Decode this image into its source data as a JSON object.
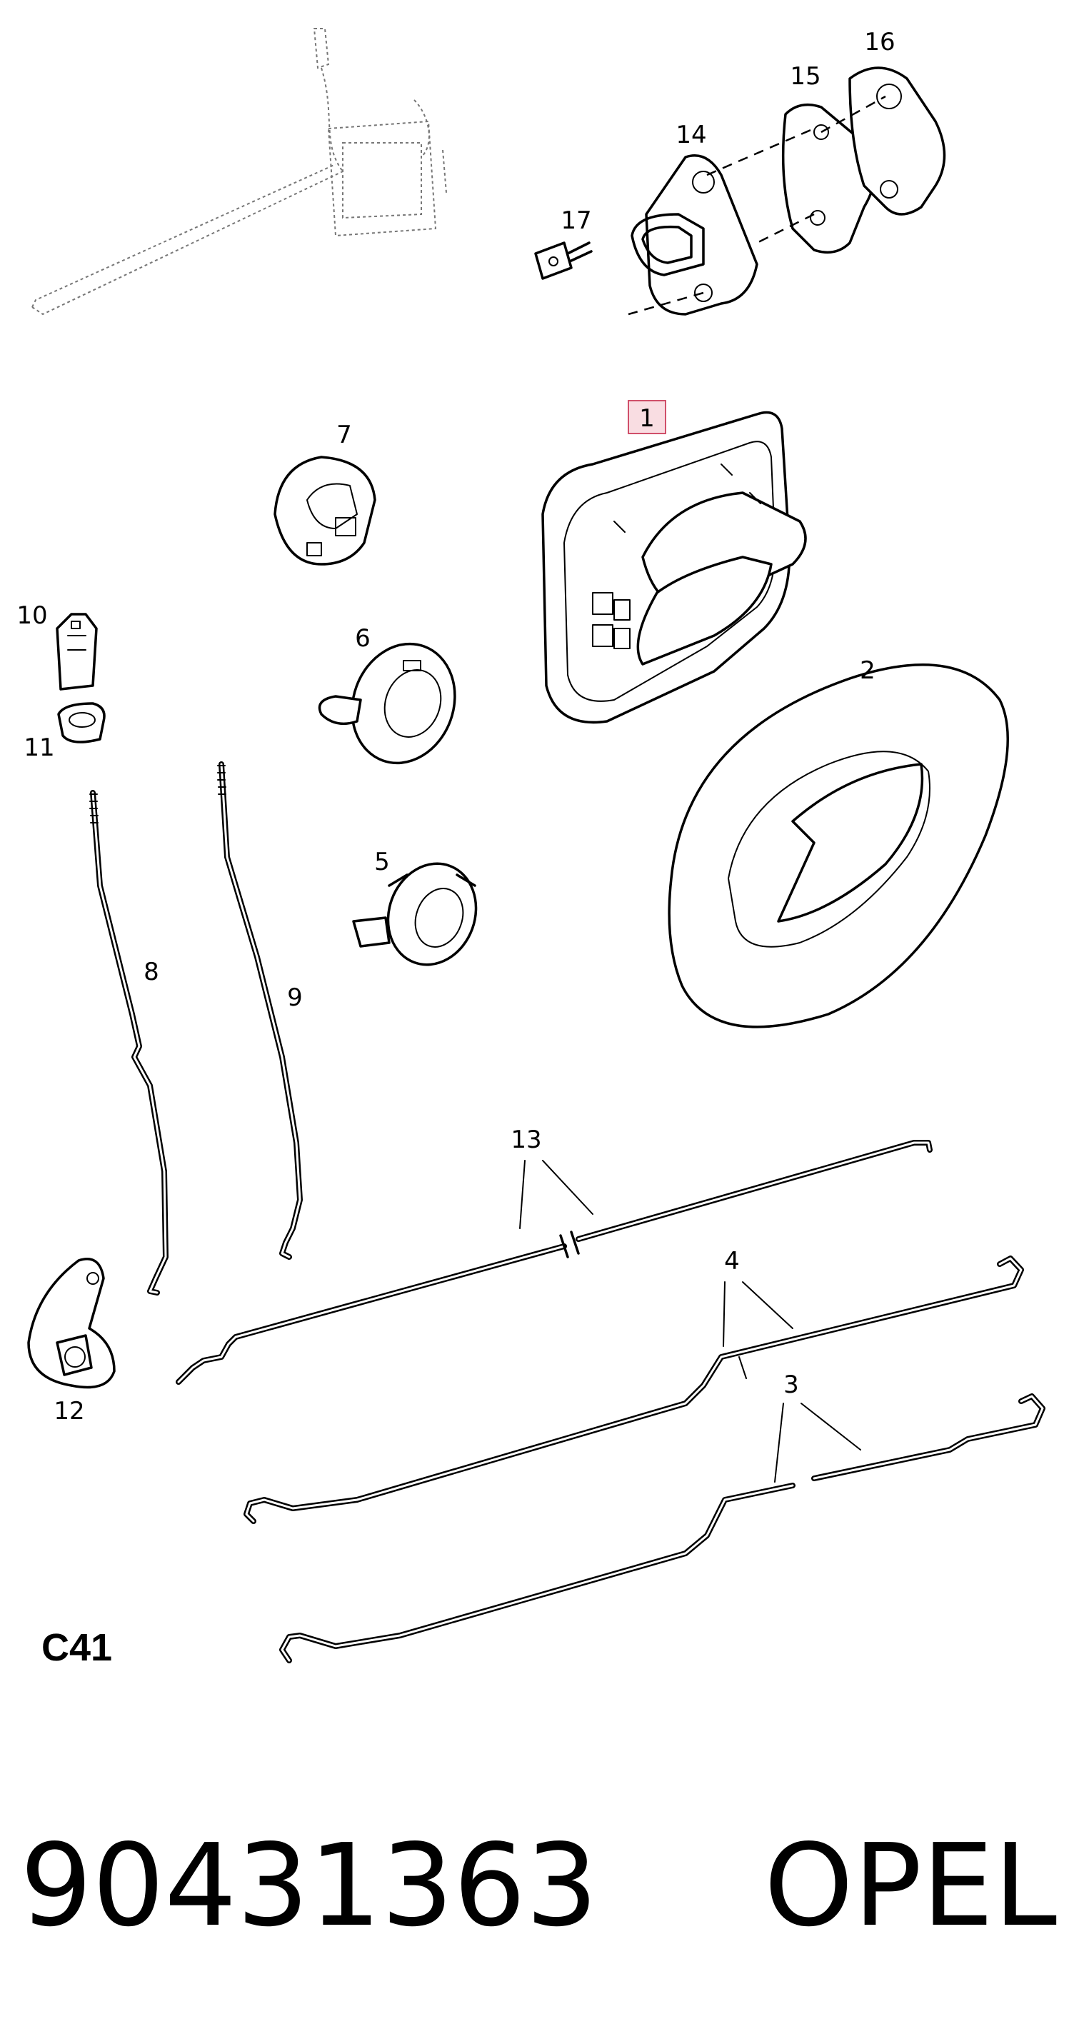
{
  "callouts": {
    "c1": "1",
    "c2": "2",
    "c3": "3",
    "c4": "4",
    "c5": "5",
    "c6": "6",
    "c7": "7",
    "c8": "8",
    "c9": "9",
    "c10": "10",
    "c11": "11",
    "c12": "12",
    "c13": "13",
    "c14": "14",
    "c15": "15",
    "c16": "16",
    "c17": "17"
  },
  "section_code": "C41",
  "part_number": "90431363",
  "brand": "OPEL",
  "colors": {
    "highlight_fill": "#f9dde2",
    "highlight_stroke": "#d0506a",
    "ink": "#000000"
  }
}
